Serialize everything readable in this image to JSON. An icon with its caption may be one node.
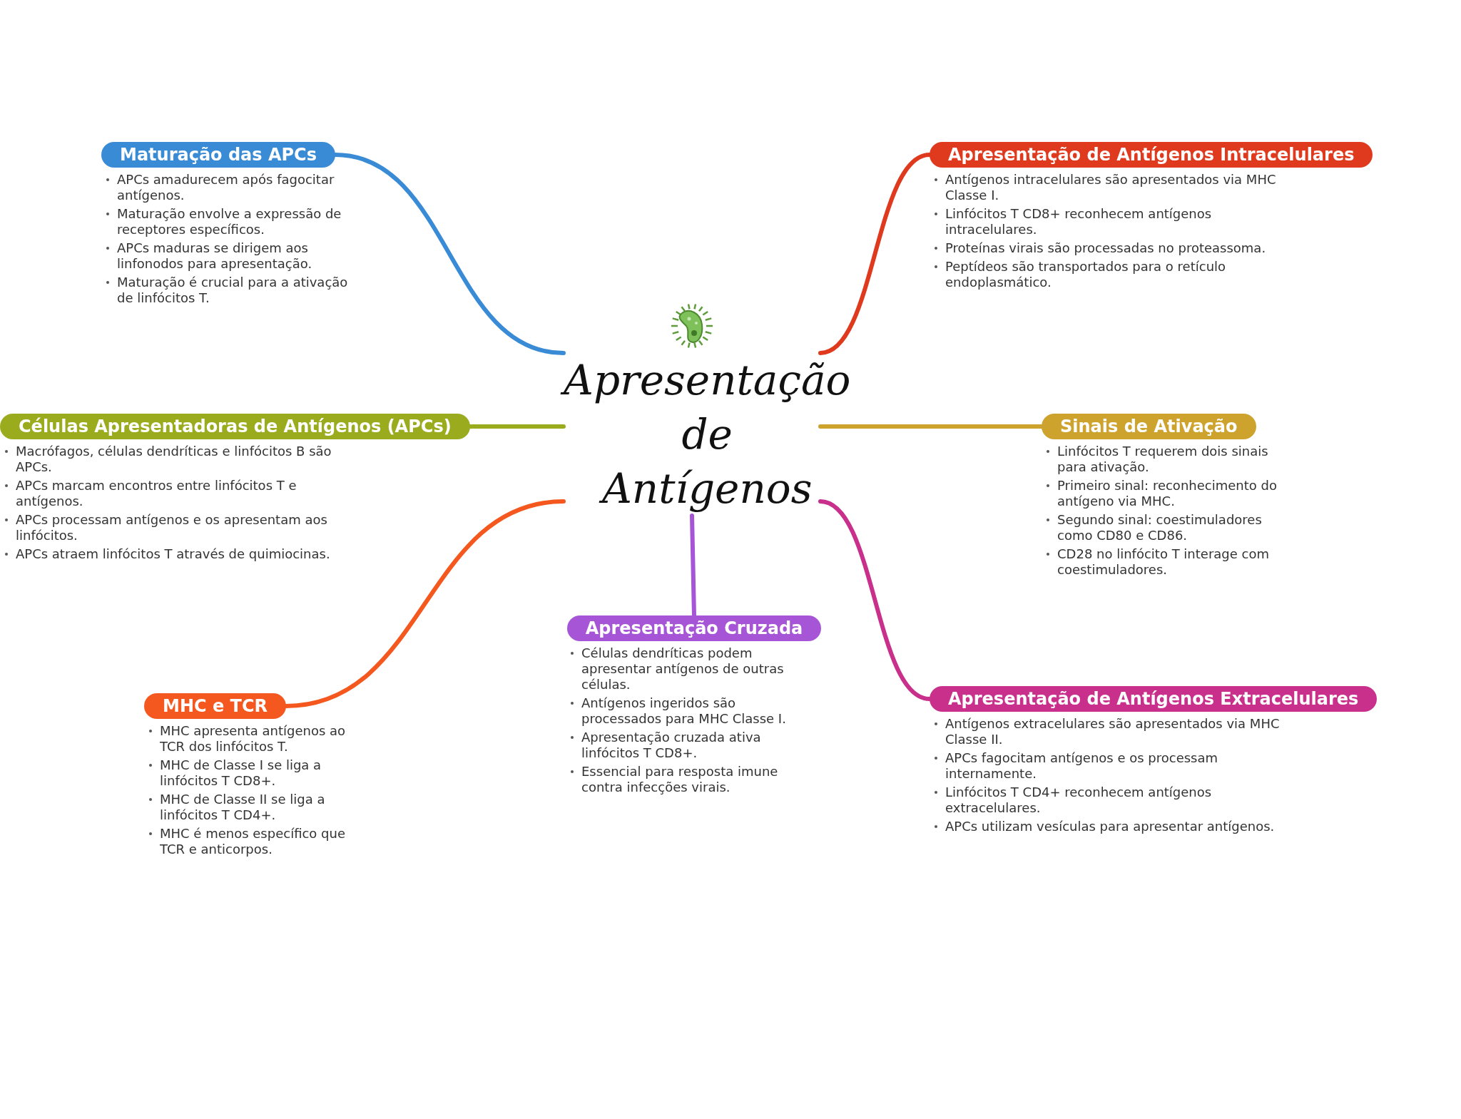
{
  "diagram": {
    "nodes": [
      {
        "text": [
          "Apresentação de Antígenos"
        ]
      },
      {
        "text": [
          "Maturação das APCs",
          "APCs amadurecem após fagocitar antígenos.",
          "Maturação envolve a expressão de receptores específicos.",
          "APCs maduras se dirigem aos linfonodos para apresentação.",
          "Maturação é crucial para a ativação de linfócitos T."
        ]
      },
      {
        "text": [
          "Apresentação de Antígenos Intracelulares",
          "Antígenos intracelulares são apresentados via MHC Classe I.",
          "Linfócitos T CD8+ reconhecem antígenos intracelulares.",
          "Proteínas virais são processadas no proteassoma.",
          "Peptídeos são transportados para o retículo endoplasmático."
        ]
      },
      {
        "text": [
          "Células Apresentadoras de Antígenos (APCs)",
          "Macrófagos, células dendríticas e linfócitos B são APCs.",
          "APCs marcam encontros entre linfócitos T e antígenos.",
          "APCs processam antígenos e os apresentam aos linfócitos.",
          "APCs atraem linfócitos T através de quimiocinas."
        ]
      },
      {
        "text": [
          "Sinais de Ativação",
          "Linfócitos T requerem dois sinais para ativação.",
          "Primeiro sinal: reconhecimento do antígeno via MHC.",
          "Segundo sinal: coestimuladores como CD80 e CD86.",
          "CD28 no linfócito T interage com coestimuladores."
        ]
      },
      {
        "text": [
          "MHC e TCR",
          "MHC apresenta antígenos ao TCR dos linfócitos T.",
          "MHC de Classe I se liga a linfócitos T CD8+.",
          "MHC de Classe II se liga a linfócitos T CD4+.",
          "MHC é menos específico que TCR e anticorpos."
        ]
      },
      {
        "text": [
          "Apresentação Cruzada",
          "Células dendríticas podem apresentar antígenos de outras células.",
          "Antígenos ingeridos são processados para MHC Classe I.",
          "Apresentação cruzada ativa linfócitos T CD8+.",
          "Essencial para resposta imune contra infecções virais."
        ]
      },
      {
        "text": [
          "Apresentação de Antígenos Extracelulares",
          "Antígenos extracelulares são apresentados via MHC Classe II.",
          "APCs fagocitam antígenos e os processam internamente.",
          "Linfócitos T CD4+ reconhecem antígenos extracelulares.",
          "APCs utilizam vesículas para apresentar antígenos."
        ]
      }
    ],
    "edges": [
      {
        "from": 0,
        "to": 1,
        "arrow": "none",
        "color": "#3a8bd6"
      },
      {
        "from": 0,
        "to": 2,
        "arrow": "none",
        "color": "#e03a1e"
      },
      {
        "from": 0,
        "to": 3,
        "arrow": "none",
        "color": "#9aac1e"
      },
      {
        "from": 0,
        "to": 4,
        "arrow": "none",
        "color": "#cda22d"
      },
      {
        "from": 0,
        "to": 5,
        "arrow": "none",
        "color": "#f4581e"
      },
      {
        "from": 0,
        "to": 6,
        "arrow": "none",
        "color": "#a555d6"
      },
      {
        "from": 0,
        "to": 7,
        "arrow": "none",
        "color": "#c8308c"
      }
    ]
  }
}
